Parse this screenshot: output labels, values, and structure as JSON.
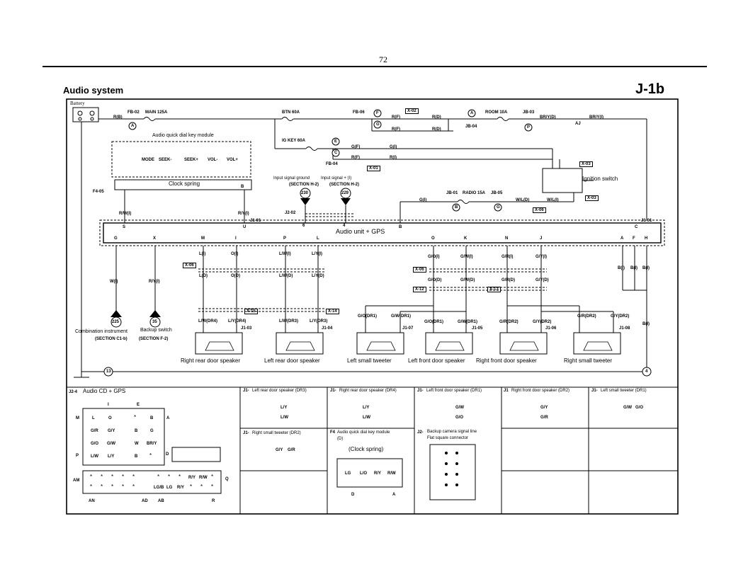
{
  "page_number": "72",
  "title": "Audio system",
  "diagram_code": "J-1b",
  "top": {
    "battery": "Battery",
    "fb02": "FB-02",
    "main125": "MAIN 125A",
    "fb02_circle": "A",
    "wire_r_b": "R(B)",
    "btn60": "BTN 60A",
    "fb06": "FB-06",
    "fb06_circle": "F",
    "fb06_circle2": "G",
    "x02": "X-02",
    "wire_r_f_1": "R(F)",
    "wire_r_d_1": "R(D)",
    "wire_r_f_2": "R(F)",
    "wire_r_d_2": "R(D)",
    "jb04_circle": "A",
    "jb04": "JB-04",
    "room10": "ROOM 10A",
    "jb03": "JB-03",
    "jb03_circle": "P",
    "wire_bry_y_d": "BR/Y(D)",
    "aj": "AJ",
    "wire_bry_i": "BR/Y(I)",
    "igkey60": "IG KEY 60A",
    "fb04_circle_e": "E",
    "fb04_circle_c": "C",
    "fb04": "FB-04",
    "wire_g_f": "G(F)",
    "wire_g_i": "G(I)",
    "wire_r_f_3": "R(F)",
    "wire_r_i": "R(I)",
    "x01": "X-01",
    "x03a": "X-03",
    "x03b": "X-03",
    "ignition": "Ignition switch"
  },
  "module": {
    "title": "Audio quick dial key module",
    "keys": [
      "MODE",
      "SEEK-",
      "SEEK+",
      "VOL-",
      "VOL+"
    ],
    "clock_spring": "Clock spring",
    "clock_b": "B",
    "f405": "F4-05",
    "wire_rw": "R/W(I)",
    "wire_ry": "R/Y(I)",
    "j101": "J1-01"
  },
  "mid": {
    "input_ground": "Input signal ground",
    "input_signal": "Input signal + (I)",
    "section_h2a": "(SECTION H-2)",
    "section_h2b": "(SECTION H-2)",
    "c230": "230",
    "c229": "229",
    "j202": "J2-02",
    "pin6": "6",
    "pin4": "4",
    "wire_g_i_2": "G(I)",
    "jb01": "JB-01",
    "jb01_circle": "B",
    "radio15": "RADIO 15A",
    "jb05": "JB-05",
    "jb05_circle": "G",
    "wire_wl_d": "W/L(D)",
    "wire_wl_i": "W/L(I)",
    "x06": "X-06",
    "j101b": "J1-01"
  },
  "unit": {
    "label": "Audio unit + GPS",
    "top_pins": [
      "S",
      "U",
      "B",
      "C"
    ],
    "bottom_pins": [
      "G",
      "X",
      "M",
      "I",
      "P",
      "L",
      "O",
      "K",
      "N",
      "J",
      "A",
      "F",
      "H"
    ]
  },
  "wires": {
    "w_i": "W(I)",
    "ry_i": "R/Y(I)",
    "l_i": "L(I)",
    "o_i": "O(I)",
    "lw_i": "L/W(I)",
    "ly_i": "L/Y(I)",
    "l_d": "L(D)",
    "o_d": "O(D)",
    "lw_d": "L/W(D)",
    "ly_d": "L/Y(D)",
    "go_i": "G/O(I)",
    "gw_i": "G/W(I)",
    "gr_i": "G/R(I)",
    "gy_i": "G/Y(I)",
    "go_d": "G/O(D)",
    "gw_d": "G/W(D)",
    "gr_d": "G/R(D)",
    "gy_d": "G/Y(D)",
    "b_i_1": "B(I)",
    "b_i_2": "B(I)",
    "b_i_3": "B(I)",
    "b_i_4": "B(I)",
    "x06a": "X-06",
    "x06b": "X-06",
    "x12": "X-12",
    "x13": "X-13",
    "x15": "X-15",
    "x14": "X-14",
    "c225": "225",
    "c35": "35",
    "combination": "Combination instrument",
    "section_c1b": "(SECTION C1-b)",
    "backup": "Backup switch",
    "section_f2": "(SECTION F-2)"
  },
  "speakers": [
    {
      "wa": "L/W(DR4)",
      "wb": "L/Y(DR4)",
      "conn": "J1-03",
      "name": "Right rear door speaker"
    },
    {
      "wa": "L/W(DR3)",
      "wb": "L/Y(DR3)",
      "conn": "J1-04",
      "name": "Left rear door speaker"
    },
    {
      "wa": "G/O(DR1)",
      "wb": "G/W(DR1)",
      "conn": "J1-07",
      "name": "Left small tweeter"
    },
    {
      "wa": "G/O(DR1)",
      "wb": "G/W(DR1)",
      "conn": "J1-05",
      "name": "Left front door speaker"
    },
    {
      "wa": "G/R(DR2)",
      "wb": "G/Y(DR2)",
      "conn": "J1-06",
      "name": "Right front door speaker"
    },
    {
      "wa": "G/R(DR2)",
      "wb": "G/Y(DR2)",
      "conn": "J1-08",
      "name": "Right small tweeter"
    }
  ],
  "ground": {
    "c13": "13",
    "c4": "4"
  },
  "connectors": {
    "j24": "J2-4",
    "audio_cd": "Audio CD + GPS",
    "grid_letters": [
      "I",
      "E",
      "M",
      "A",
      "P",
      "D",
      "AM",
      "Q",
      "AN",
      "AD",
      "AB",
      "R"
    ],
    "grid_top": [
      "L",
      "O",
      "*",
      "B",
      "G/R",
      "G/Y",
      "B",
      "G",
      "G/O",
      "G/W",
      "W",
      "BR/Y",
      "L/W",
      "L/Y",
      "B",
      "*"
    ],
    "grid_bottom": [
      "*",
      "*",
      "*",
      "*",
      "*",
      "*",
      "*",
      "*",
      "R/Y",
      "R/W",
      "*",
      "*",
      "*",
      "*",
      "*",
      "*",
      "LG/B",
      "LG",
      "R/Y",
      "*",
      "*",
      "*"
    ],
    "c1_title": "Left rear door speaker (DR3)",
    "c1_pins": [
      "L/Y",
      "L/W"
    ],
    "c2_title": "Right rear door speaker (DR4)",
    "c2_pins": [
      "L/Y",
      "L/W"
    ],
    "c3_title": "Left front door speaker (DR1)",
    "c3_pins": [
      "G/W",
      "G/O"
    ],
    "c4_title": "Right front door speaker (DR2)",
    "c4_pins": [
      "G/Y",
      "G/R"
    ],
    "c5_title": "Left small tweeter (DR1)",
    "c5_pins": [
      "G/W",
      "G/O"
    ],
    "c6_title": "Right small tweeter (DR2)",
    "c6_pins": [
      "G/Y",
      "G/R"
    ],
    "c7_title": "Audio quick dial key module",
    "c7_sub": "(D)",
    "c7_clock": "(Clock spring)",
    "c7_pins": [
      "LG",
      "L/O",
      "R/Y",
      "R/W"
    ],
    "c7_d": "D",
    "c7_a": "A",
    "c8_title": "Backup camera signal line",
    "c8_sub": "Flat square connector",
    "c_j1a": "J1-",
    "c_j1b": "J1-",
    "c_j1c": "J1-",
    "c_j1d": "J1",
    "c_j1e": "J1-",
    "c_j1f": "J1-",
    "c_f4": "F4",
    "c_j2": "J2-"
  }
}
